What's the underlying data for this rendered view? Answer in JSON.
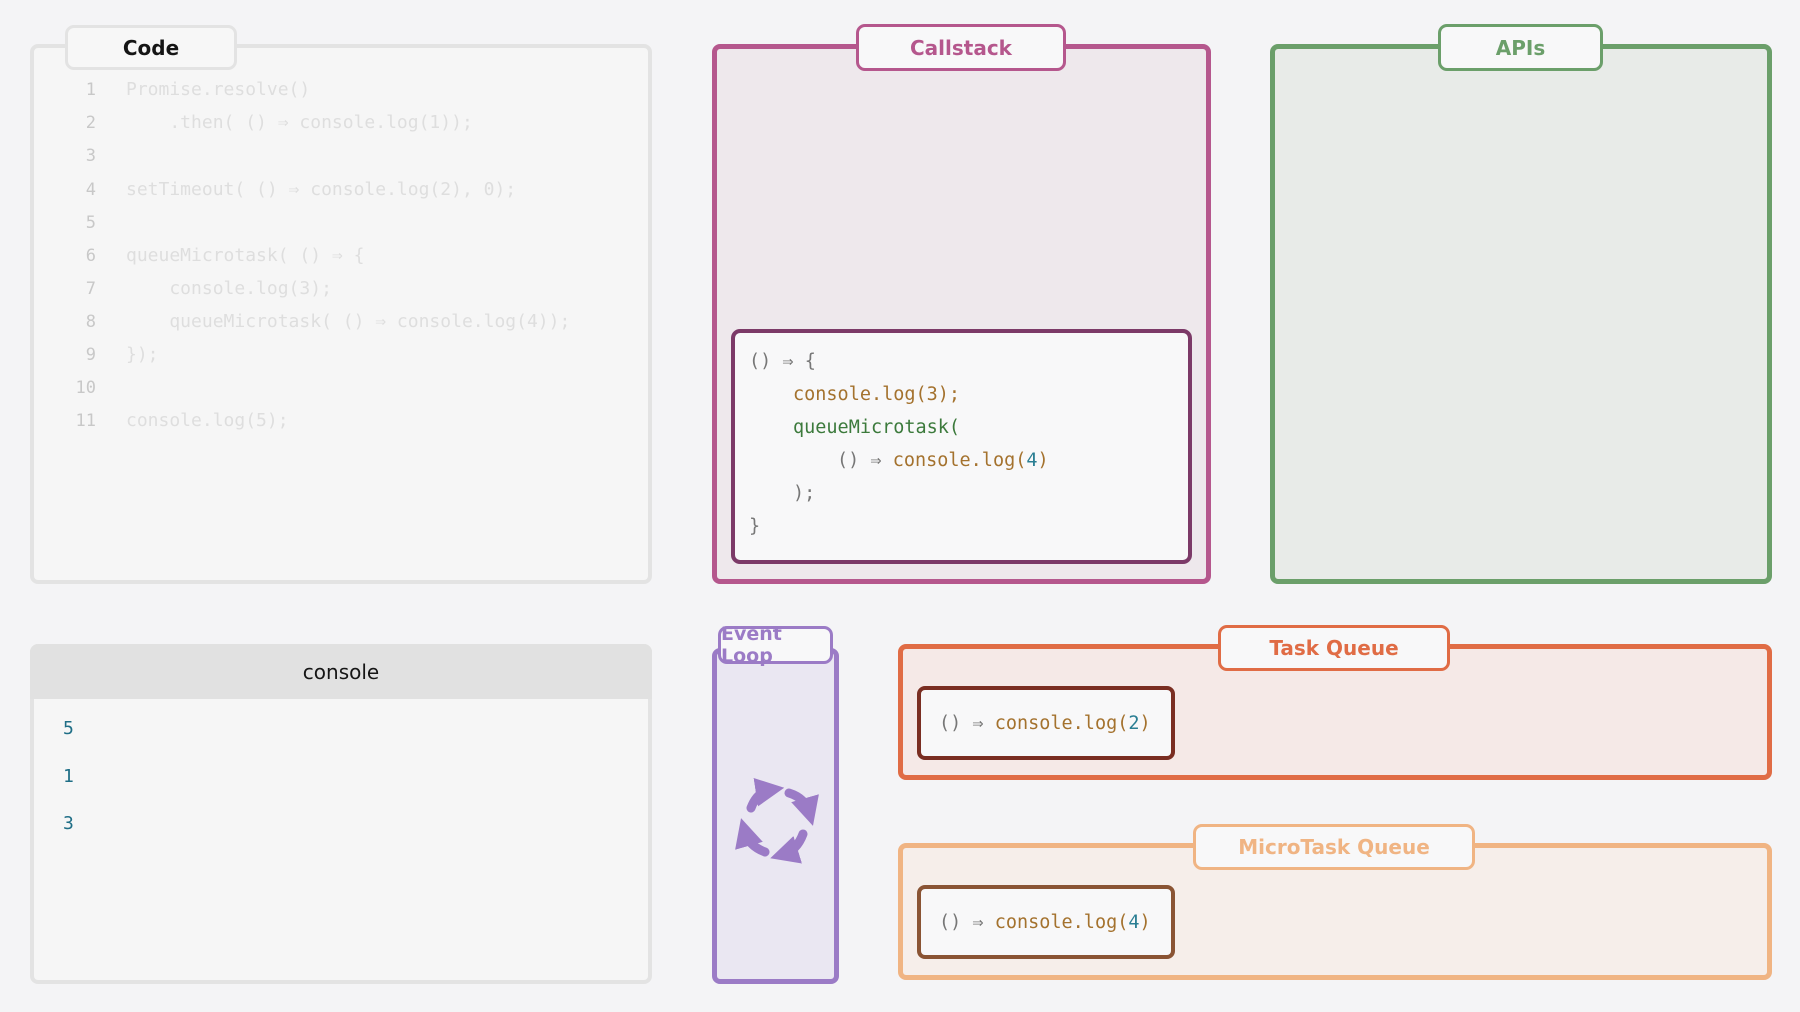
{
  "code": {
    "title": "Code",
    "lines": [
      {
        "n": "1",
        "text": "Promise.resolve()"
      },
      {
        "n": "2",
        "text": "    .then( () ⇒ console.log(1));"
      },
      {
        "n": "3",
        "text": ""
      },
      {
        "n": "4",
        "text": "setTimeout( () ⇒ console.log(2), 0);"
      },
      {
        "n": "5",
        "text": ""
      },
      {
        "n": "6",
        "text": "queueMicrotask( () ⇒ {"
      },
      {
        "n": "7",
        "text": "    console.log(3);"
      },
      {
        "n": "8",
        "text": "    queueMicrotask( () ⇒ console.log(4));"
      },
      {
        "n": "9",
        "text": "});"
      },
      {
        "n": "10",
        "text": ""
      },
      {
        "n": "11",
        "text": "console.log(5);"
      }
    ]
  },
  "callstack": {
    "title": "Callstack",
    "frame": {
      "l1": "() ⇒ {",
      "l2": "console.log(3);",
      "l3": "queueMicrotask(",
      "l4a": "() ⇒ ",
      "l4b": "console.log(",
      "l4c": "4",
      "l4d": ")",
      "l5": ");",
      "l6": "}"
    }
  },
  "apis": {
    "title": "APIs"
  },
  "console": {
    "title": "console",
    "outputs": [
      "5",
      "1",
      "3"
    ]
  },
  "event_loop": {
    "title": "Event Loop",
    "icon": "refresh-cycle-icon"
  },
  "task_queue": {
    "title": "Task Queue",
    "items": [
      {
        "prefix": "() ⇒ ",
        "call": "console.log(",
        "arg": "2",
        "suffix": ")"
      }
    ]
  },
  "microtask_queue": {
    "title": "MicroTask Queue",
    "items": [
      {
        "prefix": "() ⇒ ",
        "call": "console.log(",
        "arg": "4",
        "suffix": ")"
      }
    ]
  },
  "colors": {
    "callstack": "#b5578d",
    "apis": "#6b9f6a",
    "event_loop": "#9b7bc6",
    "task_queue": "#e06c45",
    "microtask_queue": "#f0b483"
  }
}
